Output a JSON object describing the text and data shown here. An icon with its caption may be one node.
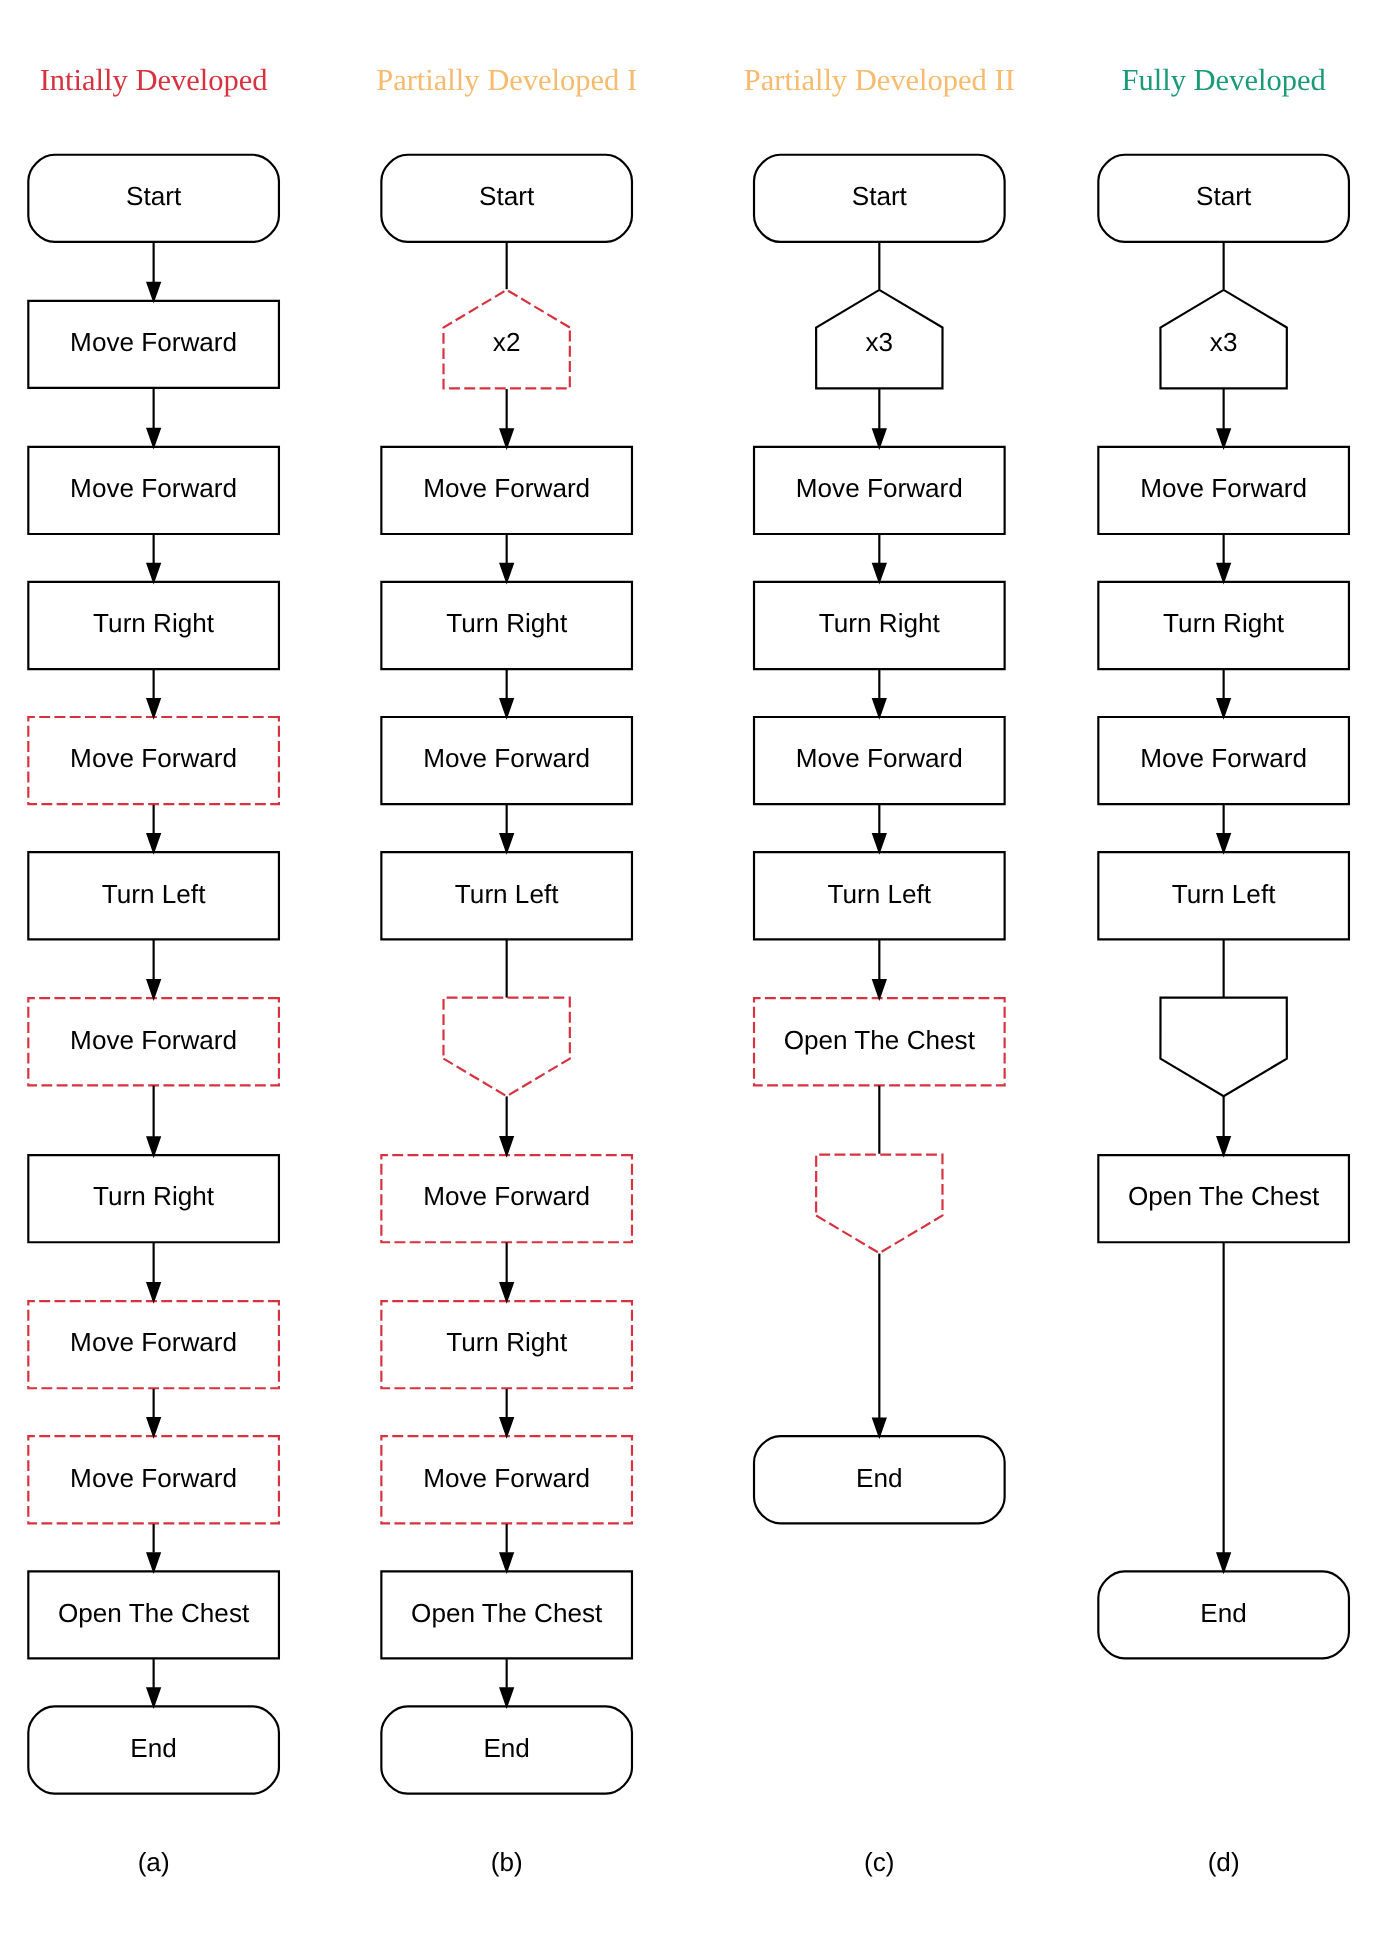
{
  "diagram": {
    "nodes": [
      {
        "text": [
          "Start"
        ]
      },
      {
        "text": [
          "Move Forward"
        ]
      },
      {
        "text": [
          "Move Forward"
        ]
      },
      {
        "text": [
          "Turn Right"
        ]
      },
      {
        "text": [
          "Move Forward"
        ]
      },
      {
        "text": [
          "Turn Left"
        ]
      },
      {
        "text": [
          "Move Forward"
        ]
      },
      {
        "text": [
          "Turn Right"
        ]
      },
      {
        "text": [
          "Move Forward"
        ]
      },
      {
        "text": [
          "Move Forward"
        ]
      },
      {
        "text": [
          "Open The Chest"
        ]
      },
      {
        "text": [
          "End"
        ]
      },
      {
        "text": [
          "Start"
        ]
      },
      {
        "text": [
          "x2"
        ]
      },
      {
        "text": [
          "Move Forward"
        ]
      },
      {
        "text": [
          "Turn Right"
        ]
      },
      {
        "text": [
          "Move Forward"
        ]
      },
      {
        "text": [
          "Turn Left"
        ]
      },
      {
        "text": [],
        "shape": "arch"
      },
      {
        "text": [
          "Move Forward"
        ]
      },
      {
        "text": [
          "Turn Right"
        ]
      },
      {
        "text": [
          "Move Forward"
        ]
      },
      {
        "text": [
          "Open The Chest"
        ]
      },
      {
        "text": [
          "End"
        ]
      },
      {
        "text": [
          "Start"
        ]
      },
      {
        "text": [
          "x3"
        ]
      },
      {
        "text": [
          "Move Forward"
        ]
      },
      {
        "text": [
          "Turn Right"
        ]
      },
      {
        "text": [
          "Move Forward"
        ]
      },
      {
        "text": [
          "Turn Left"
        ]
      },
      {
        "text": [
          "Open The Chest"
        ]
      },
      {
        "text": [],
        "shape": "arch"
      },
      {
        "text": [
          "End"
        ]
      },
      {
        "text": [
          "Start"
        ]
      },
      {
        "text": [
          "x3"
        ]
      },
      {
        "text": [
          "Move Forward"
        ]
      },
      {
        "text": [
          "Turn Right"
        ]
      },
      {
        "text": [
          "Move Forward"
        ]
      },
      {
        "text": [
          "Turn Left"
        ]
      },
      {
        "text": [],
        "shape": "arch"
      },
      {
        "text": [
          "Open The Chest"
        ]
      },
      {
        "text": [
          "End"
        ]
      }
    ],
    "edges": [
      {
        "from": 0,
        "to": 1,
        "arrow": "to"
      },
      {
        "from": 1,
        "to": 2,
        "arrow": "to"
      },
      {
        "from": 2,
        "to": 3,
        "arrow": "to"
      },
      {
        "from": 3,
        "to": 4,
        "arrow": "to"
      },
      {
        "from": 4,
        "to": 5,
        "arrow": "to"
      },
      {
        "from": 5,
        "to": 6,
        "arrow": "to"
      },
      {
        "from": 6,
        "to": 7,
        "arrow": "to"
      },
      {
        "from": 7,
        "to": 8,
        "arrow": "to"
      },
      {
        "from": 8,
        "to": 9,
        "arrow": "to"
      },
      {
        "from": 9,
        "to": 10,
        "arrow": "to"
      },
      {
        "from": 10,
        "to": 11,
        "arrow": "to"
      },
      {
        "from": 12,
        "to": 13,
        "arrow": "none"
      },
      {
        "from": 13,
        "to": 14,
        "arrow": "to"
      },
      {
        "from": 14,
        "to": 15,
        "arrow": "to"
      },
      {
        "from": 15,
        "to": 16,
        "arrow": "to"
      },
      {
        "from": 16,
        "to": 17,
        "arrow": "to"
      },
      {
        "from": 17,
        "to": 18,
        "arrow": "none"
      },
      {
        "from": 18,
        "to": 19,
        "arrow": "to"
      },
      {
        "from": 19,
        "to": 20,
        "arrow": "to"
      },
      {
        "from": 20,
        "to": 21,
        "arrow": "to"
      },
      {
        "from": 21,
        "to": 22,
        "arrow": "to"
      },
      {
        "from": 22,
        "to": 23,
        "arrow": "to"
      },
      {
        "from": 24,
        "to": 25,
        "arrow": "none"
      },
      {
        "from": 25,
        "to": 26,
        "arrow": "to"
      },
      {
        "from": 26,
        "to": 27,
        "arrow": "to"
      },
      {
        "from": 27,
        "to": 28,
        "arrow": "to"
      },
      {
        "from": 28,
        "to": 29,
        "arrow": "to"
      },
      {
        "from": 29,
        "to": 30,
        "arrow": "to"
      },
      {
        "from": 30,
        "to": 31,
        "arrow": "none"
      },
      {
        "from": 31,
        "to": 32,
        "arrow": "to"
      },
      {
        "from": 33,
        "to": 34,
        "arrow": "none"
      },
      {
        "from": 34,
        "to": 35,
        "arrow": "to"
      },
      {
        "from": 35,
        "to": 36,
        "arrow": "to"
      },
      {
        "from": 36,
        "to": 37,
        "arrow": "to"
      },
      {
        "from": 37,
        "to": 38,
        "arrow": "to"
      },
      {
        "from": 38,
        "to": 39,
        "arrow": "none"
      },
      {
        "from": 39,
        "to": 40,
        "arrow": "to"
      },
      {
        "from": 40,
        "to": 41,
        "arrow": "to"
      }
    ],
    "labels": [
      "Intially Developed",
      "Partially Developed I",
      "Partially Developed II",
      "Fully Developed",
      "(a)",
      "(b)",
      "(c)",
      "(d)"
    ]
  }
}
